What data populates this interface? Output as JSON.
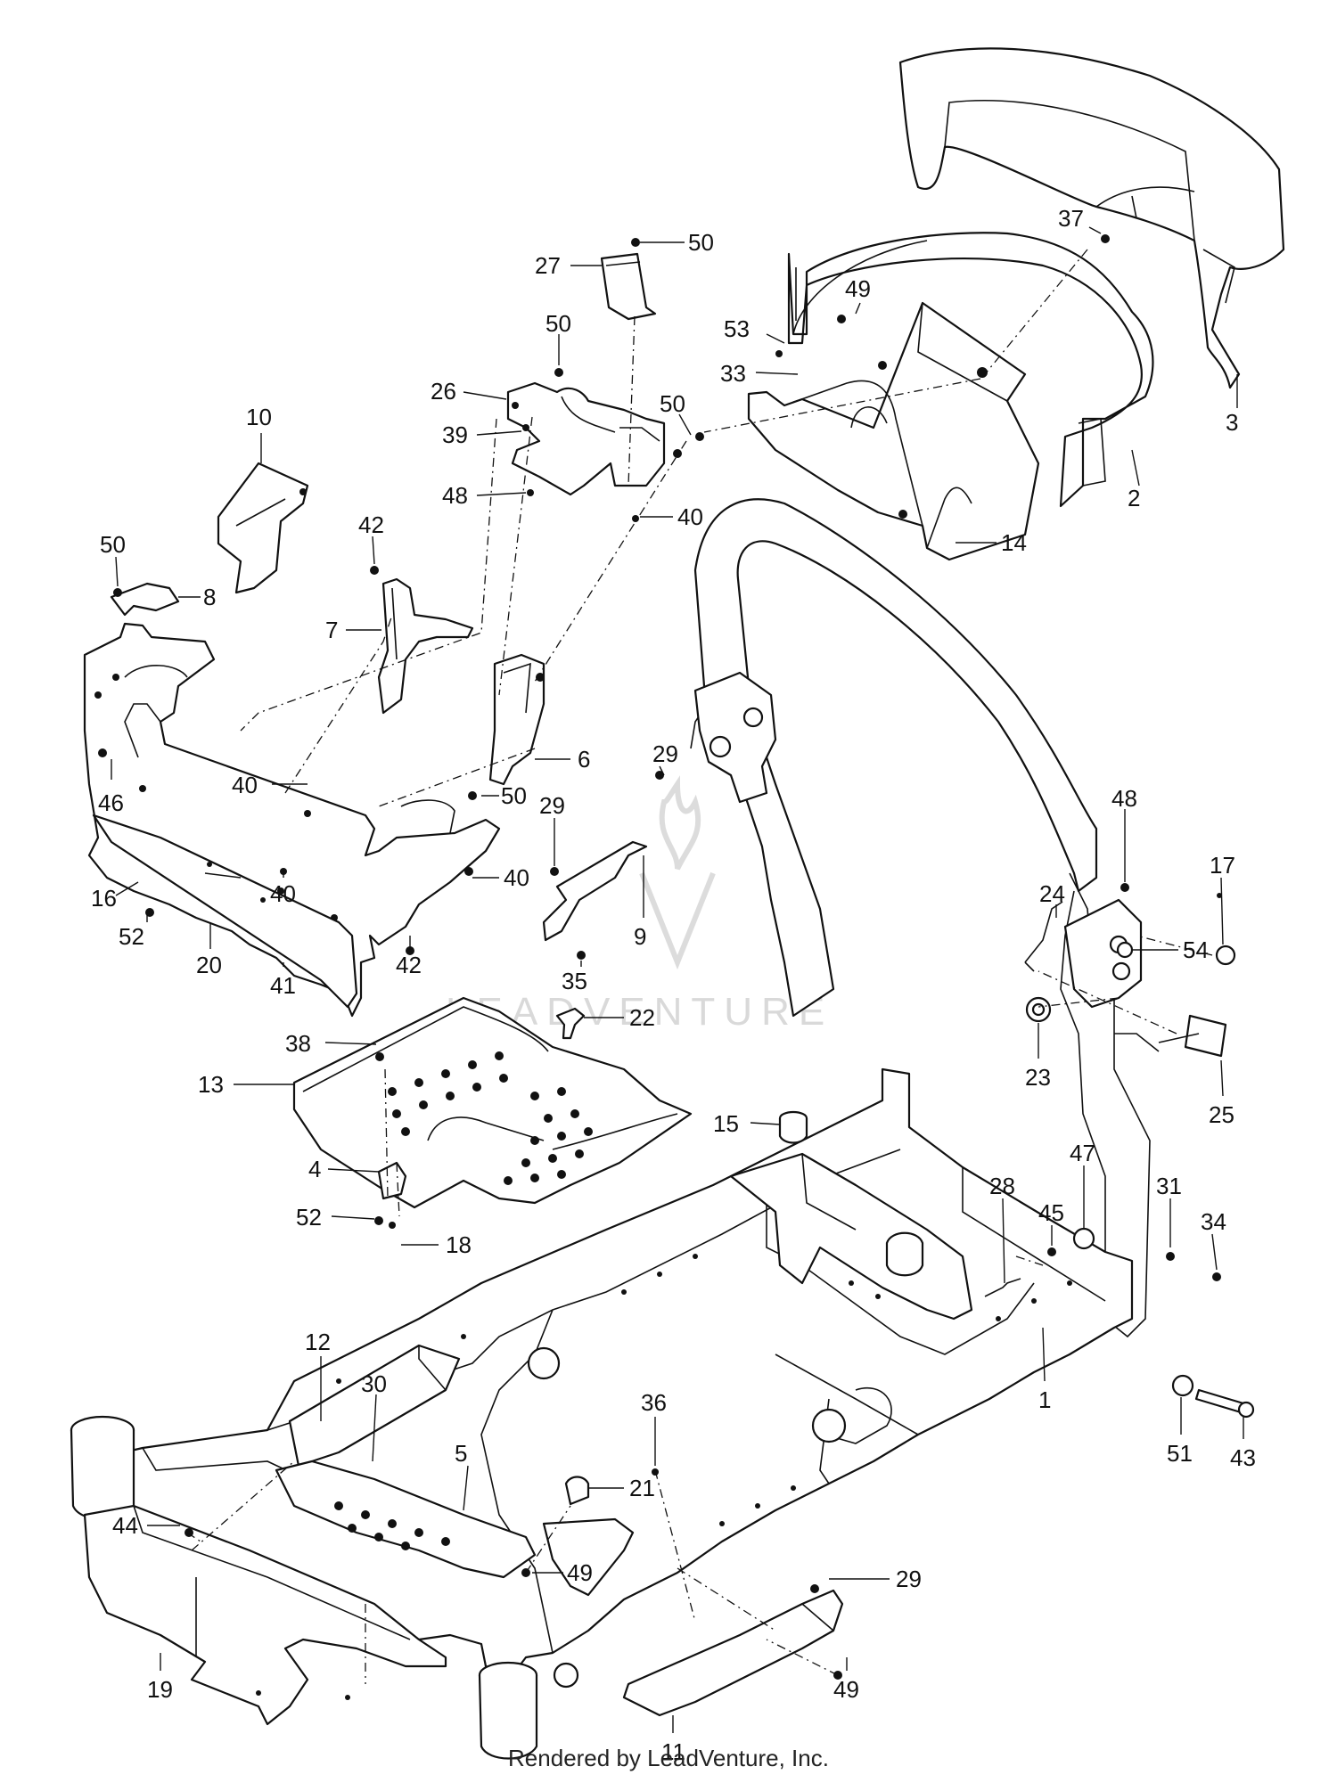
{
  "footer": {
    "credit": "Rendered by LeadVenture, Inc."
  },
  "watermark": {
    "text": "LEADVENTURE"
  },
  "colors": {
    "line": "#111111",
    "background": "#ffffff",
    "watermark": "#d9d9d9"
  },
  "callouts": [
    {
      "n": "1",
      "label": "1"
    },
    {
      "n": "2",
      "label": "2"
    },
    {
      "n": "3",
      "label": "3"
    },
    {
      "n": "4",
      "label": "4"
    },
    {
      "n": "5",
      "label": "5"
    },
    {
      "n": "6",
      "label": "6"
    },
    {
      "n": "7",
      "label": "7"
    },
    {
      "n": "8",
      "label": "8"
    },
    {
      "n": "9",
      "label": "9"
    },
    {
      "n": "10",
      "label": "10"
    },
    {
      "n": "11",
      "label": "11"
    },
    {
      "n": "12",
      "label": "12"
    },
    {
      "n": "13",
      "label": "13"
    },
    {
      "n": "14",
      "label": "14"
    },
    {
      "n": "15",
      "label": "15"
    },
    {
      "n": "16",
      "label": "16"
    },
    {
      "n": "17",
      "label": "17"
    },
    {
      "n": "18",
      "label": "18"
    },
    {
      "n": "19",
      "label": "19"
    },
    {
      "n": "20",
      "label": "20"
    },
    {
      "n": "21",
      "label": "21"
    },
    {
      "n": "22",
      "label": "22"
    },
    {
      "n": "23",
      "label": "23"
    },
    {
      "n": "24",
      "label": "24"
    },
    {
      "n": "25",
      "label": "25"
    },
    {
      "n": "26",
      "label": "26"
    },
    {
      "n": "27",
      "label": "27"
    },
    {
      "n": "28",
      "label": "28"
    },
    {
      "n": "29a",
      "label": "29"
    },
    {
      "n": "29b",
      "label": "29"
    },
    {
      "n": "29c",
      "label": "29"
    },
    {
      "n": "30",
      "label": "30"
    },
    {
      "n": "31",
      "label": "31"
    },
    {
      "n": "33",
      "label": "33"
    },
    {
      "n": "34",
      "label": "34"
    },
    {
      "n": "35",
      "label": "35"
    },
    {
      "n": "36",
      "label": "36"
    },
    {
      "n": "37",
      "label": "37"
    },
    {
      "n": "38",
      "label": "38"
    },
    {
      "n": "39",
      "label": "39"
    },
    {
      "n": "40a",
      "label": "40"
    },
    {
      "n": "40b",
      "label": "40"
    },
    {
      "n": "40c",
      "label": "40"
    },
    {
      "n": "40d",
      "label": "40"
    },
    {
      "n": "41",
      "label": "41"
    },
    {
      "n": "42a",
      "label": "42"
    },
    {
      "n": "42b",
      "label": "42"
    },
    {
      "n": "43",
      "label": "43"
    },
    {
      "n": "44",
      "label": "44"
    },
    {
      "n": "45",
      "label": "45"
    },
    {
      "n": "46",
      "label": "46"
    },
    {
      "n": "47",
      "label": "47"
    },
    {
      "n": "48a",
      "label": "48"
    },
    {
      "n": "48b",
      "label": "48"
    },
    {
      "n": "49a",
      "label": "49"
    },
    {
      "n": "49b",
      "label": "49"
    },
    {
      "n": "49c",
      "label": "49"
    },
    {
      "n": "50a",
      "label": "50"
    },
    {
      "n": "50b",
      "label": "50"
    },
    {
      "n": "50c",
      "label": "50"
    },
    {
      "n": "50d",
      "label": "50"
    },
    {
      "n": "50e",
      "label": "50"
    },
    {
      "n": "51",
      "label": "51"
    },
    {
      "n": "52a",
      "label": "52"
    },
    {
      "n": "52b",
      "label": "52"
    },
    {
      "n": "53",
      "label": "53"
    },
    {
      "n": "54",
      "label": "54"
    }
  ]
}
